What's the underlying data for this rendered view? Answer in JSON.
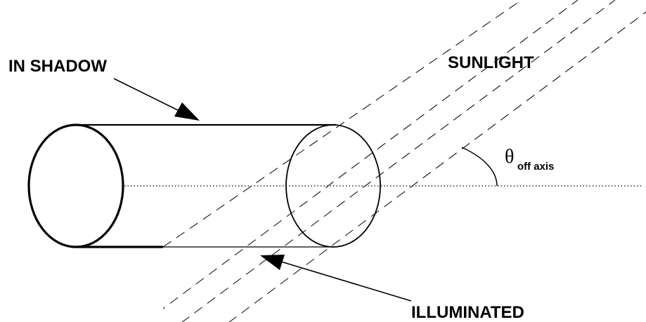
{
  "labels": {
    "in_shadow": "IN SHADOW",
    "sunlight": "SUNLIGHT",
    "illuminated": "ILLUMINATED",
    "theta_symbol": "θ",
    "theta_subscript": "off axis"
  },
  "colors": {
    "ink": "#000000",
    "background": "#ffffff"
  }
}
